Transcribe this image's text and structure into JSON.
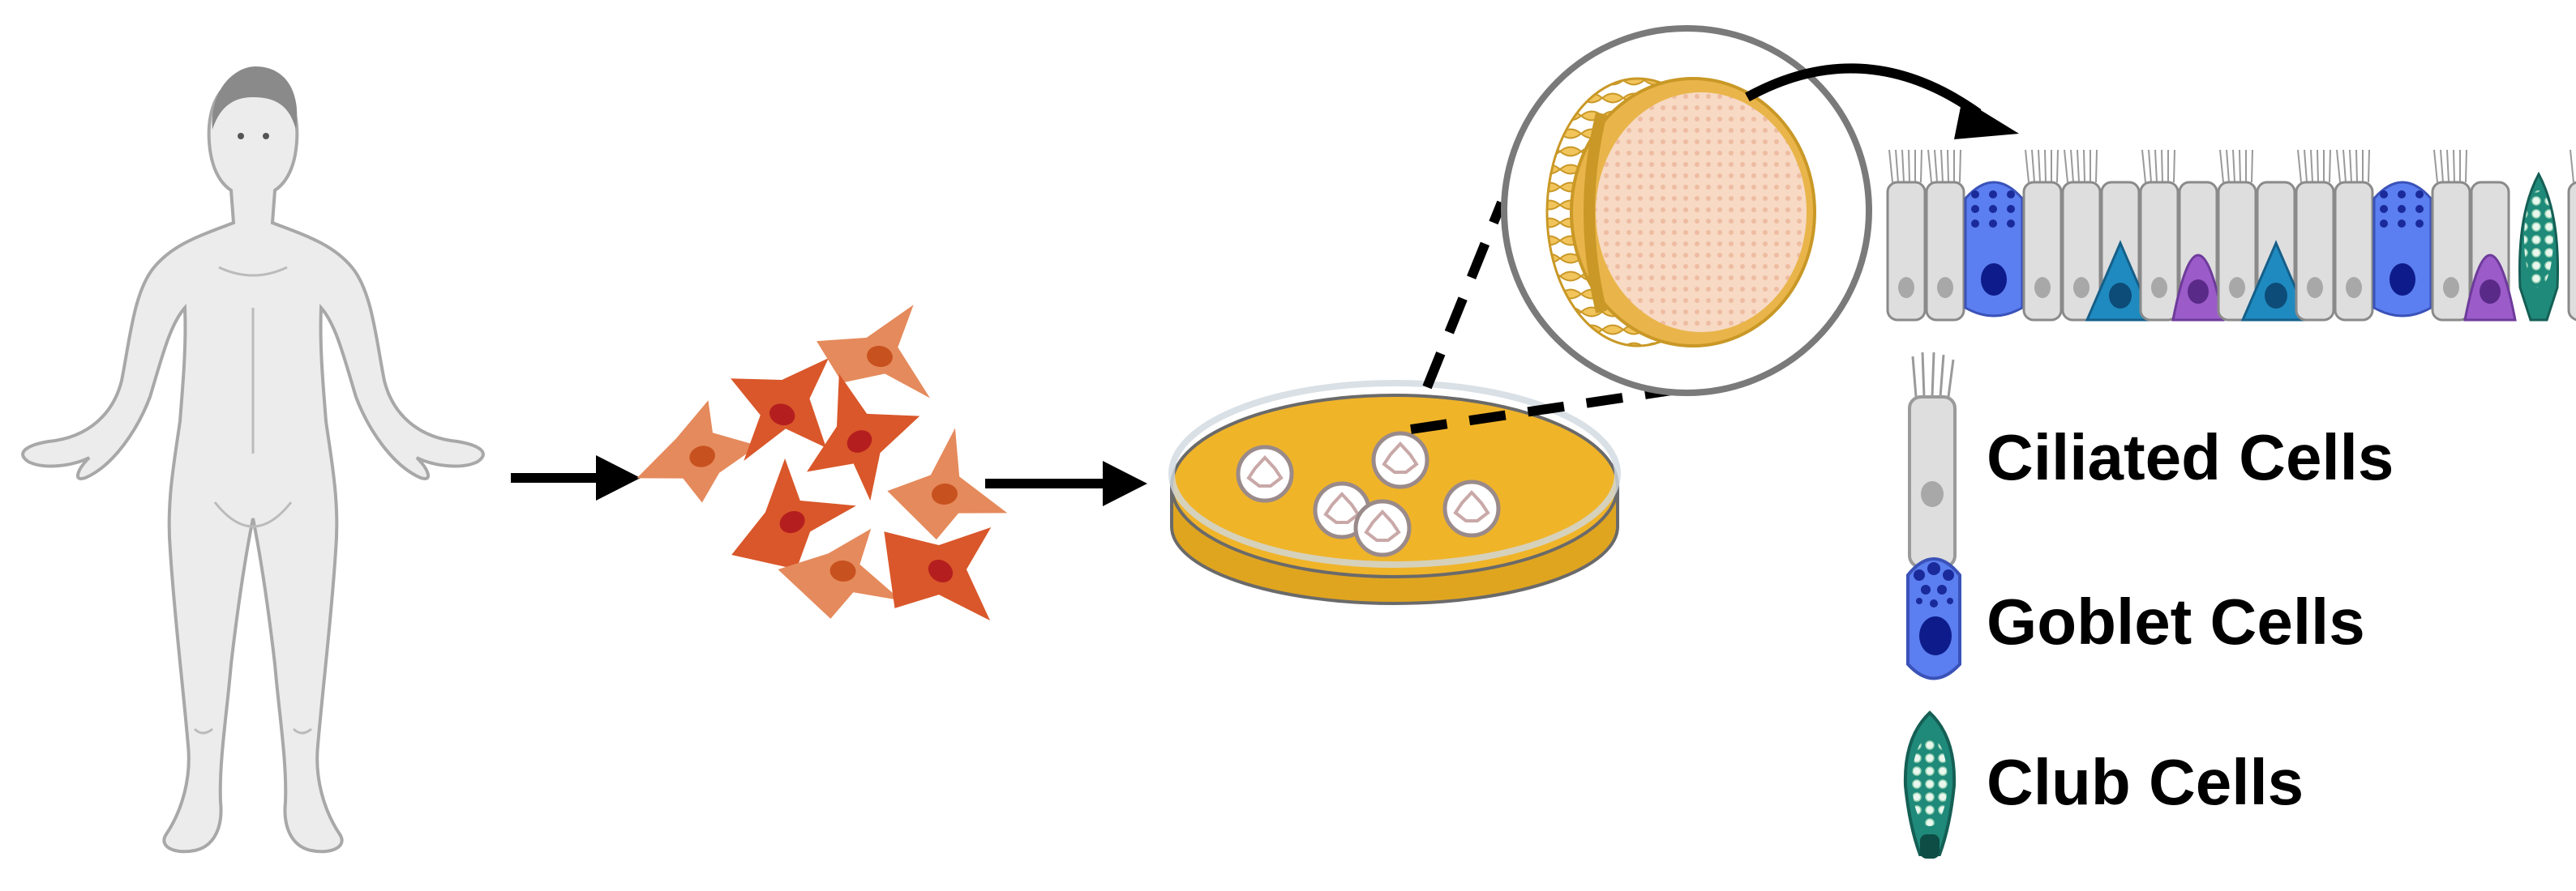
{
  "legend": {
    "ciliated": {
      "label": "Ciliated Cells",
      "icon": "ciliated-cell-icon"
    },
    "goblet": {
      "label": "Goblet Cells",
      "icon": "goblet-cell-icon"
    },
    "club": {
      "label": "Club Cells",
      "icon": "club-cell-icon"
    }
  },
  "workflow": [
    "human-body",
    "isolated-cells",
    "culture-dish-with-organoids",
    "organoid-cross-section",
    "airway-epithelium"
  ],
  "colors": {
    "body": "#e9e9e9",
    "fibroblast": "#d9572a",
    "fibroblast_light": "#e58a5c",
    "dish_medium": "#f0b429",
    "organoid_shell": "#e6b84a",
    "organoid_lumen": "#f7d9c4",
    "ciliated": "#dedede",
    "goblet": "#5b7ef0",
    "goblet_nucleus": "#1a2a9a",
    "basal": "#1f8ac0",
    "secretory_purple": "#9b5cc9",
    "club": "#1f8a7a"
  }
}
